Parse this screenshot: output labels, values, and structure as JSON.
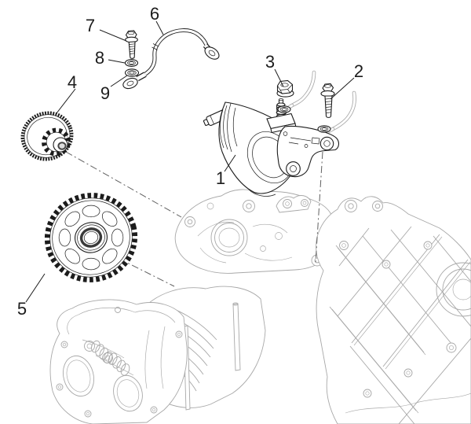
{
  "diagram": {
    "type": "exploded-parts-line-drawing",
    "callouts": [
      "1",
      "2",
      "3",
      "4",
      "5",
      "6",
      "7",
      "8",
      "9"
    ],
    "colors": {
      "ink": "#1c1c1c",
      "ghost": "#a8a8a8",
      "background": "#ffffff"
    }
  }
}
